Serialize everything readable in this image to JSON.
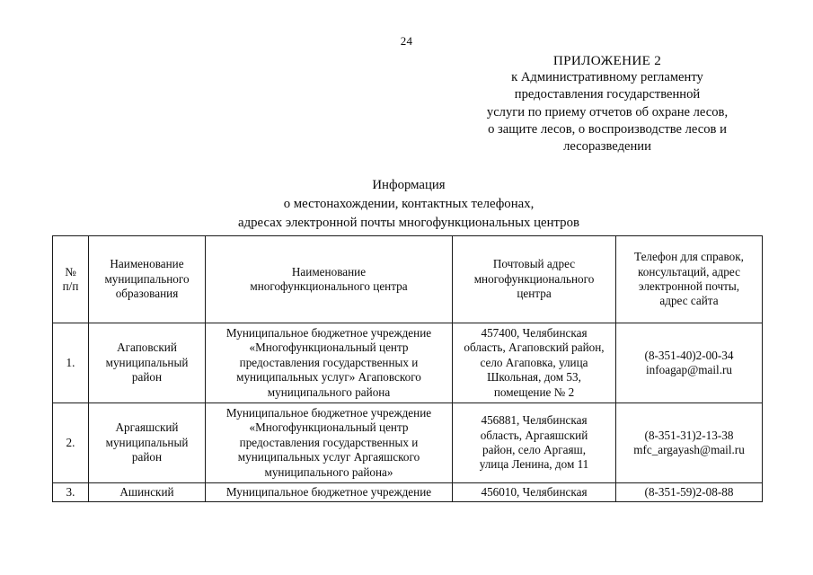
{
  "page": {
    "number": "24"
  },
  "appendix": {
    "lines": [
      "ПРИЛОЖЕНИЕ 2",
      "к Административному регламенту",
      "предоставления государственной",
      "услуги по приему отчетов об  охране лесов,",
      "о защите лесов, о воспроизводстве лесов и",
      "лесоразведении"
    ]
  },
  "title": {
    "lines": [
      "Информация",
      "о местонахождении, контактных телефонах,",
      "адресах электронной почты многофункциональных центров"
    ]
  },
  "table": {
    "headers": {
      "num": [
        "№",
        "п/п"
      ],
      "municipality": [
        "Наименование",
        "муниципального",
        "образования"
      ],
      "center_name": [
        "Наименование",
        "многофункционального центра"
      ],
      "postal_address": [
        "Почтовый адрес",
        "многофункционального",
        "центра"
      ],
      "contacts": [
        "Телефон для справок,",
        "консультаций, адрес",
        "электронной почты,",
        "адрес сайта"
      ]
    },
    "rows": [
      {
        "num": "1.",
        "municipality": [
          "Агаповский",
          "муниципальный",
          "район"
        ],
        "center_name": [
          "Муниципальное бюджетное учреждение",
          "«Многофункциональный центр",
          "предоставления государственных и",
          "муниципальных услуг» Агаповского",
          "муниципального района"
        ],
        "postal_address": [
          "457400, Челябинская",
          "область, Агаповский район,",
          "село Агаповка, улица",
          "Школьная, дом 53,",
          "помещение № 2"
        ],
        "contacts": [
          "(8-351-40)2-00-34",
          "infoagap@mail.ru"
        ]
      },
      {
        "num": "2.",
        "municipality": [
          "Аргаяшский",
          "муниципальный",
          "район"
        ],
        "center_name": [
          "Муниципальное бюджетное учреждение",
          "«Многофункциональный центр",
          "предоставления государственных и",
          "муниципальных услуг Аргаяшского",
          "муниципального района»"
        ],
        "postal_address": [
          "456881, Челябинская",
          "область, Аргаяшский",
          "район, село Аргаяш,",
          "улица Ленина, дом 11"
        ],
        "contacts": [
          "(8-351-31)2-13-38",
          "mfc_argayash@mail.ru"
        ]
      },
      {
        "num": "3.",
        "municipality": [
          "Ашинский"
        ],
        "center_name": [
          "Муниципальное бюджетное учреждение"
        ],
        "postal_address": [
          "456010, Челябинская"
        ],
        "contacts": [
          "(8-351-59)2-08-88"
        ]
      }
    ]
  }
}
